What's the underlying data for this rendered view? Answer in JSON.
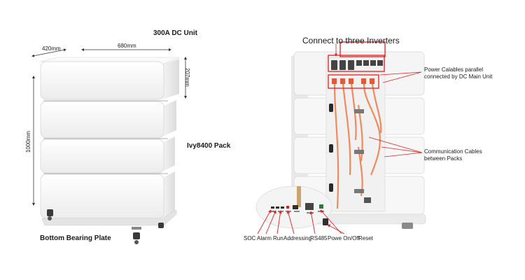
{
  "left_figure": {
    "title_dc_unit": "300A DC Unit",
    "dim_depth": "420mm",
    "dim_width": "680mm",
    "dim_height_total": "1000mm",
    "dim_height_top": "207mm",
    "label_pack": "Ivy8400 Pack",
    "label_plate": "Bottom Bearing Plate"
  },
  "right_figure": {
    "title_connect": "Connect to three Inverters",
    "label_power_cables": "Power Calables parallel\nconnected by DC Main Unit",
    "label_comm_cables": "Communication Cables\nbetween Packs",
    "port_labels": [
      "SOC",
      "Alarm",
      "Run",
      "Addressing",
      "RS485",
      "Powe On/Off",
      "Reset"
    ]
  },
  "colors": {
    "annotation_red": "#e02020",
    "cable_orange": "#f08a5c",
    "body_white": "#f7f7f7",
    "edge_grey": "#c9c9c9"
  }
}
